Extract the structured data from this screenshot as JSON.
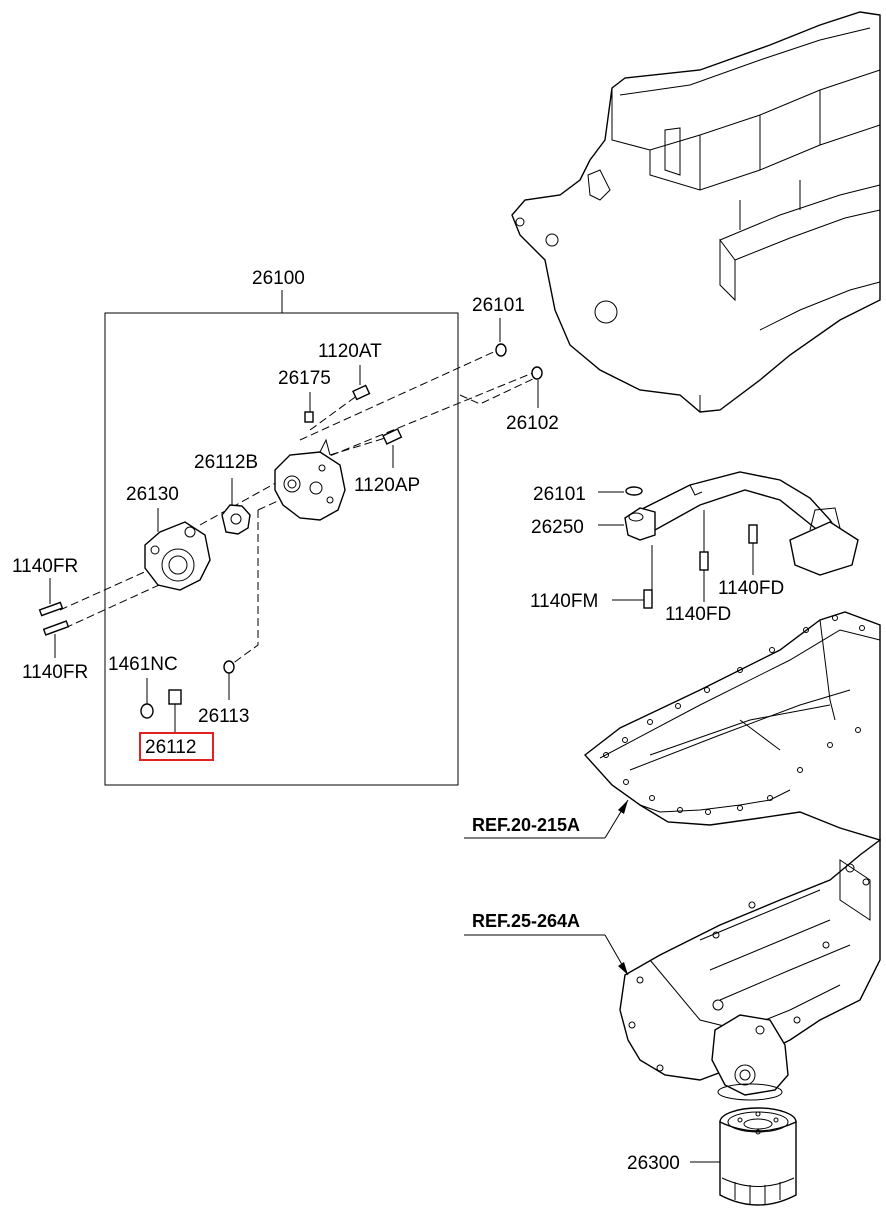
{
  "labels": {
    "assembly": "26100",
    "oring_top": "26101",
    "oring_right": "26102",
    "bolt_1120at": "1120AT",
    "bolt_26175": "26175",
    "gear_26112b": "26112B",
    "bolt_1120ap": "1120AP",
    "pump_26130": "26130",
    "bolt_1140fr_a": "1140FR",
    "bolt_1140fr_b": "1140FR",
    "ring_1461nc": "1461NC",
    "ring_26113": "26113",
    "pin_26112": "26112",
    "oring_strainer": "26101",
    "strainer_26250": "26250",
    "bolt_1140fm": "1140FM",
    "bolt_1140fd_a": "1140FD",
    "bolt_1140fd_b": "1140FD",
    "ref_pan": "REF.20-215A",
    "ref_cover": "REF.25-264A",
    "filter_26300": "26300"
  },
  "colors": {
    "highlight": "#e0211f",
    "line": "#000000"
  }
}
